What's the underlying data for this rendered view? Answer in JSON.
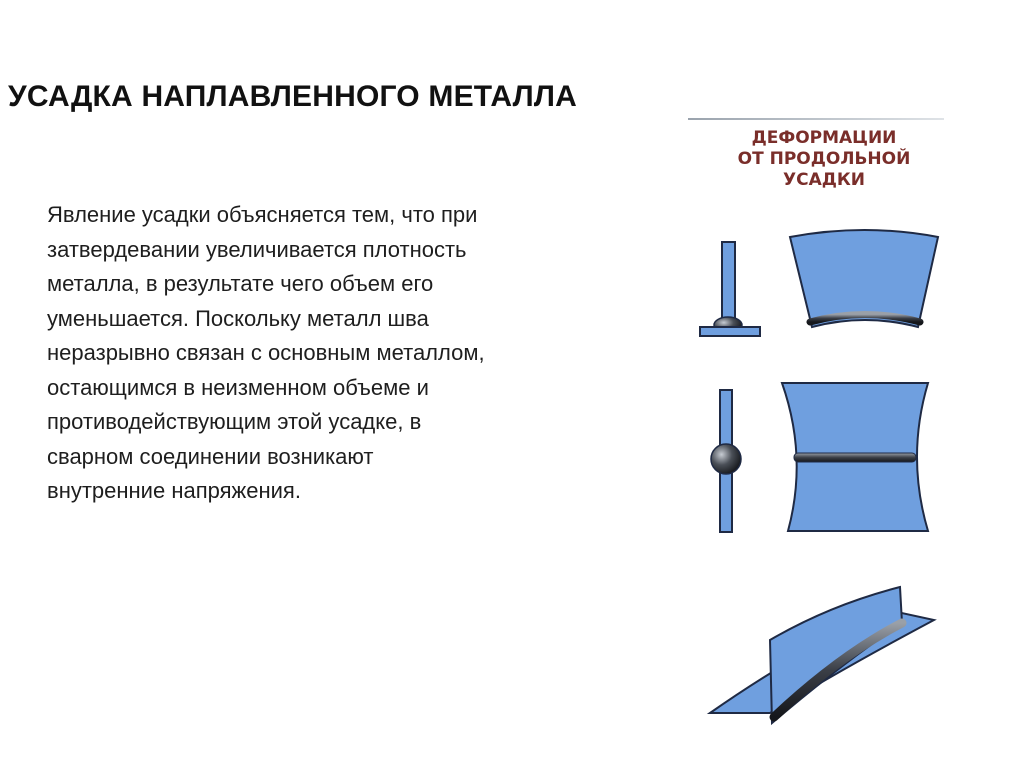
{
  "slide": {
    "title": "УСАДКА НАПЛАВЛЕННОГО МЕТАЛЛА",
    "paragraph_lines": [
      "Явление усадки объясняется тем, что при",
      "затвердевании увеличивается плотность",
      "металла, в результате чего объем его",
      "уменьшается. Поскольку металл шва",
      "неразрывно связан с основным металлом,",
      "остающимся в неизменном объеме и",
      "противодействующим этой усадке, в",
      "сварном соединении возникают",
      "внутренние напряжения."
    ]
  },
  "figure": {
    "caption_lines": [
      "ДЕФОРМАЦИИ",
      "ОТ ПРОДОЛЬНОЙ",
      "УСАДКИ"
    ],
    "colors": {
      "plate_fill": "#6f9fdf",
      "plate_stroke": "#1f2a44",
      "weld_bead": "#3b3f47",
      "caption": "#7a2e2a"
    }
  }
}
